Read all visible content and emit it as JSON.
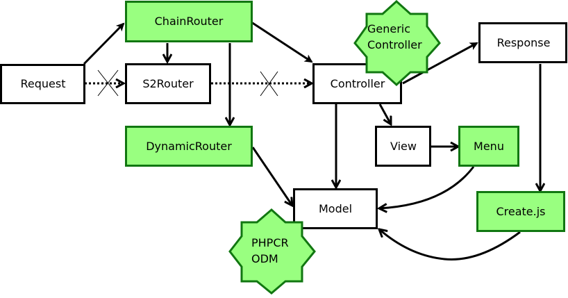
{
  "colors": {
    "green_fill": "#99ff80",
    "green_stroke": "#117711",
    "plain_fill": "#ffffff",
    "line": "#000000"
  },
  "nodes": {
    "request": {
      "label": "Request",
      "style": "plain"
    },
    "chain_router": {
      "label": "ChainRouter",
      "style": "green"
    },
    "s2_router": {
      "label": "S2Router",
      "style": "plain"
    },
    "dynamic_router": {
      "label": "DynamicRouter",
      "style": "green"
    },
    "controller": {
      "label": "Controller",
      "style": "plain"
    },
    "generic_controller": {
      "label_line1": "Generic",
      "label_line2": "Controller",
      "style": "green-star"
    },
    "response": {
      "label": "Response",
      "style": "plain"
    },
    "view": {
      "label": "View",
      "style": "plain"
    },
    "menu": {
      "label": "Menu",
      "style": "green"
    },
    "model": {
      "label": "Model",
      "style": "plain"
    },
    "create_js": {
      "label": "Create.js",
      "style": "green"
    },
    "phpcr_odm": {
      "label_line1": "PHPCR",
      "label_line2": "ODM",
      "style": "green-star"
    }
  },
  "edges": [
    {
      "from": "Request",
      "to": "ChainRouter",
      "type": "solid"
    },
    {
      "from": "Request",
      "to": "S2Router",
      "type": "dotted",
      "crossed_out": true
    },
    {
      "from": "ChainRouter",
      "to": "S2Router",
      "type": "solid"
    },
    {
      "from": "ChainRouter",
      "to": "DynamicRouter",
      "type": "solid"
    },
    {
      "from": "ChainRouter",
      "to": "Controller",
      "type": "solid"
    },
    {
      "from": "S2Router",
      "to": "Controller",
      "type": "dotted",
      "crossed_out": true
    },
    {
      "from": "Controller",
      "to": "Response",
      "type": "solid"
    },
    {
      "from": "Controller",
      "to": "View",
      "type": "solid"
    },
    {
      "from": "Controller",
      "to": "Model",
      "type": "solid"
    },
    {
      "from": "DynamicRouter",
      "to": "Model",
      "type": "solid"
    },
    {
      "from": "View",
      "to": "Menu",
      "type": "solid"
    },
    {
      "from": "Menu",
      "to": "Model",
      "type": "curved"
    },
    {
      "from": "Response",
      "to": "Create.js",
      "type": "solid"
    },
    {
      "from": "Create.js",
      "to": "Model",
      "type": "curved"
    }
  ]
}
